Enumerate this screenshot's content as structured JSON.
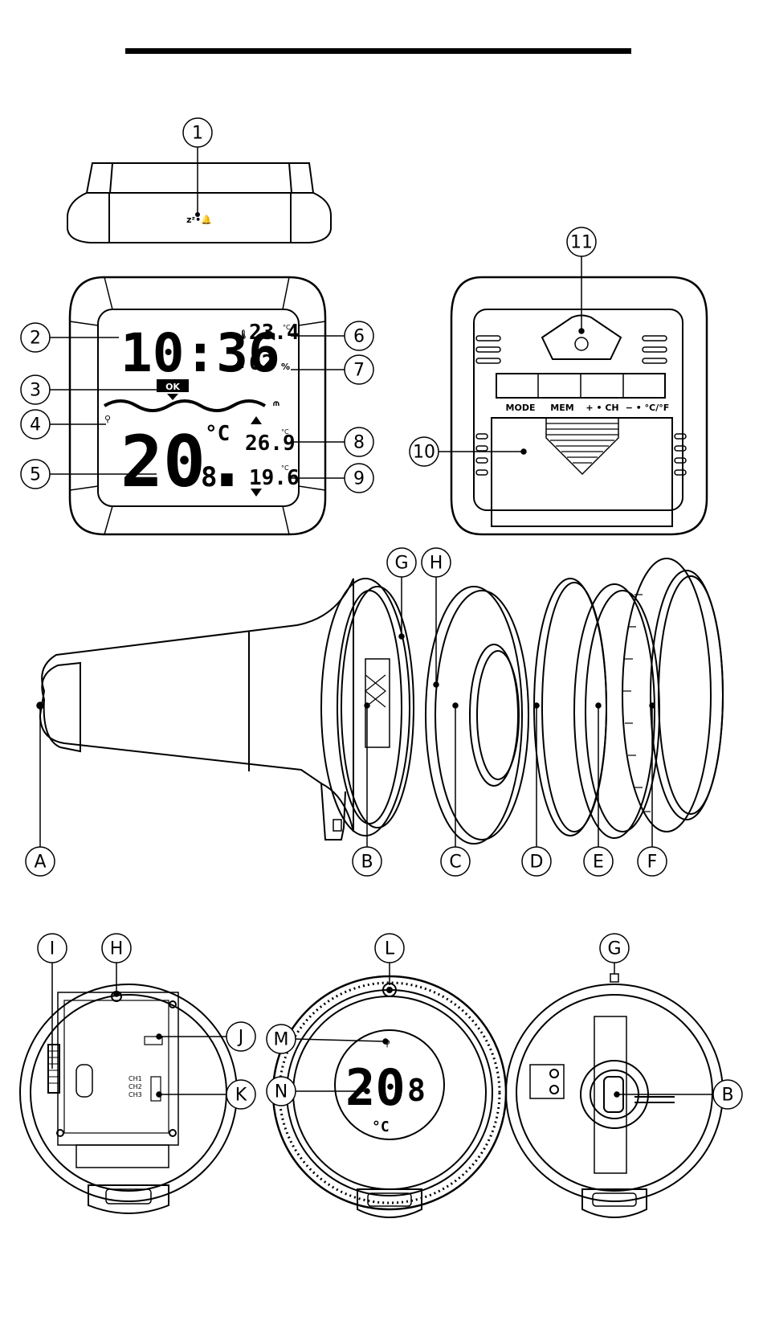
{
  "top_bar": {
    "color": "#000000"
  },
  "alarm_unit": {
    "snooze_symbol": "zᶻ•🔔",
    "callout": "1"
  },
  "front_display": {
    "time": "10:36",
    "indoor_temp": "23.4",
    "indoor_temp_unit": "°C",
    "humidity": "62",
    "humidity_unit": "%",
    "ok_badge": "OK",
    "pool_temp_main": "20.",
    "pool_temp_decimal": "8",
    "pool_temp_unit": "°C",
    "max_temp": "26.9",
    "min_temp": "19.6",
    "small_unit": "°C",
    "callouts": [
      "2",
      "3",
      "4",
      "5",
      "6",
      "7",
      "8",
      "9"
    ]
  },
  "back_unit": {
    "buttons": [
      "MODE",
      "MEM",
      "+ • CH",
      "− • °C/°F"
    ],
    "callouts": [
      "11",
      "10"
    ]
  },
  "sensor_exploded": {
    "callouts": [
      "A",
      "B",
      "C",
      "D",
      "E",
      "F",
      "G",
      "H"
    ]
  },
  "sensor_inner": {
    "callouts": [
      "I",
      "H",
      "J",
      "K"
    ],
    "channel_labels": [
      "CH1",
      "CH2",
      "CH3"
    ]
  },
  "sensor_front": {
    "reading_main": "20",
    "reading_decimal": "8",
    "reading_unit": "°C",
    "callouts": [
      "L",
      "M",
      "N"
    ]
  },
  "sensor_back": {
    "callouts": [
      "G",
      "B"
    ]
  }
}
